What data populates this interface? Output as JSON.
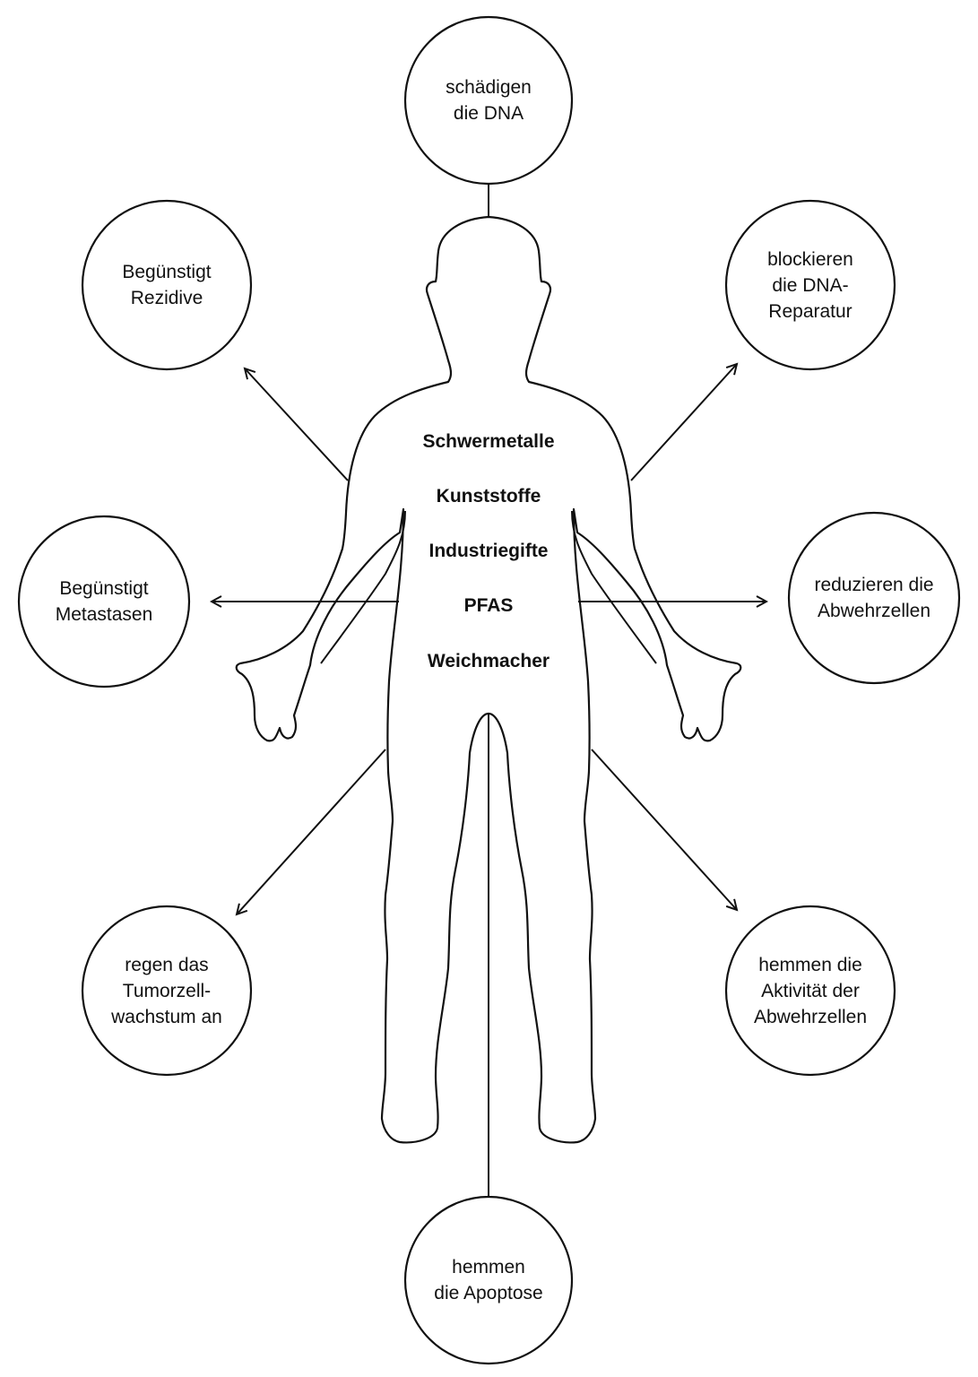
{
  "effects": {
    "top": "schädigen\ndie DNA",
    "upper_left": "Begünstigt\nRezidive",
    "upper_right": "blockieren\ndie DNA-\nReparatur",
    "middle_left": "Begünstigt\nMetastasen",
    "middle_right": "reduzieren die\nAbwehrzellen",
    "lower_left": "regen das\nTumorzell-\nwachstum an",
    "lower_right": "hemmen die\nAktivität der\nAbwehrzellen",
    "bottom": "hemmen\ndie Apoptose"
  },
  "substances": [
    "Schwermetalle",
    "Kunststoffe",
    "Industriegifte",
    "PFAS",
    "Weichmacher"
  ],
  "colors": {
    "line": "#111111",
    "background": "#ffffff"
  }
}
